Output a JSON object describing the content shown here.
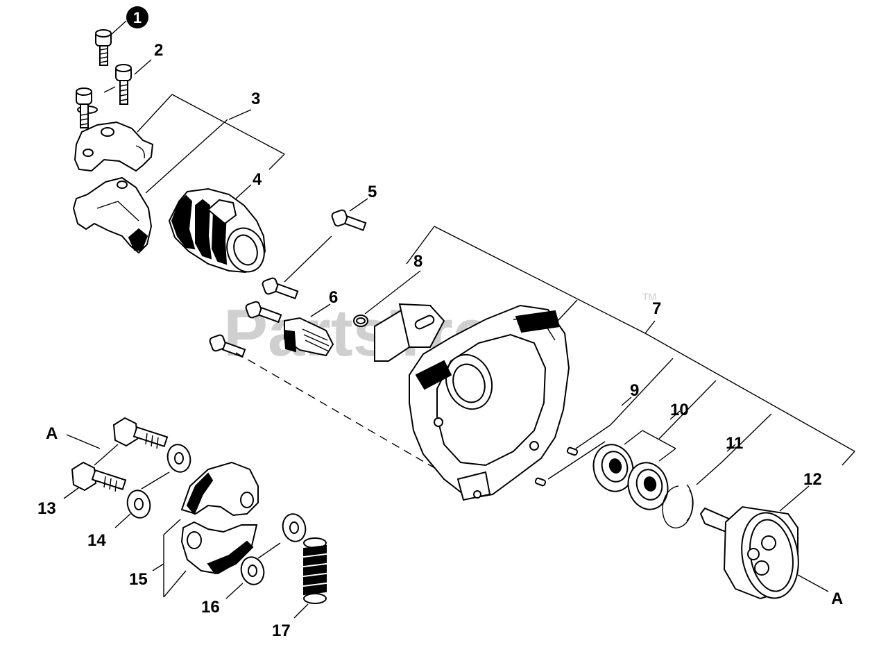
{
  "diagram": {
    "watermark": "PartsTree",
    "trademark": "TM",
    "callouts": [
      {
        "id": "c1",
        "text": "1",
        "circled": true
      },
      {
        "id": "c2",
        "text": "2"
      },
      {
        "id": "c3",
        "text": "3"
      },
      {
        "id": "c4",
        "text": "4"
      },
      {
        "id": "c5",
        "text": "5"
      },
      {
        "id": "c6",
        "text": "6"
      },
      {
        "id": "c7",
        "text": "7"
      },
      {
        "id": "c8",
        "text": "8"
      },
      {
        "id": "c9",
        "text": "9"
      },
      {
        "id": "c10",
        "text": "10"
      },
      {
        "id": "c11",
        "text": "11"
      },
      {
        "id": "c12",
        "text": "12"
      },
      {
        "id": "c13",
        "text": "13"
      },
      {
        "id": "c14",
        "text": "14"
      },
      {
        "id": "c15",
        "text": "15"
      },
      {
        "id": "c16",
        "text": "16"
      },
      {
        "id": "c17",
        "text": "17"
      }
    ],
    "ref_marks": [
      {
        "id": "a-left",
        "text": "A"
      },
      {
        "id": "a-right",
        "text": "A"
      }
    ]
  }
}
